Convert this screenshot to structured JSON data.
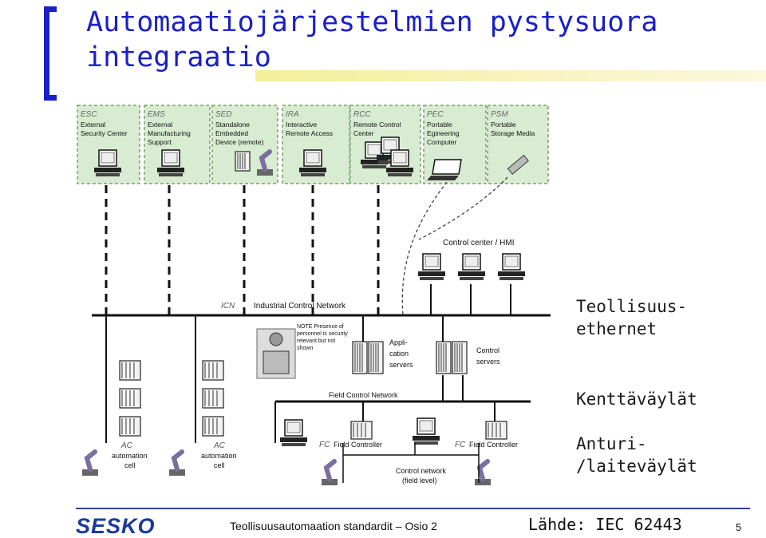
{
  "slide": {
    "title_line1": "Automaatiojärjestelmien pystysuora",
    "title_line2": "integraatio",
    "label_ethernet_1": "Teollisuus-",
    "label_ethernet_2": "ethernet",
    "label_fieldbus": "Kenttäväylät",
    "label_sensor_1": "Anturi-",
    "label_sensor_2": "/laiteväylät"
  },
  "diagram": {
    "top_boxes": [
      {
        "abbr": "ESC",
        "line1": "External",
        "line2": "Security Center",
        "line3": ""
      },
      {
        "abbr": "EMS",
        "line1": "External",
        "line2": "Manufacturing",
        "line3": "Support"
      },
      {
        "abbr": "SED",
        "line1": "Standalone",
        "line2": "Embedded",
        "line3": "Device (remote)"
      },
      {
        "abbr": "IRA",
        "line1": "Interactive",
        "line2": "Remote Access",
        "line3": ""
      },
      {
        "abbr": "RCC",
        "line1": "Remote Control",
        "line2": "Center",
        "line3": ""
      },
      {
        "abbr": "PEC",
        "line1": "Portable",
        "line2": "Egineering",
        "line3": "Computer"
      },
      {
        "abbr": "PSM",
        "line1": "Portable",
        "line2": "Storage Media",
        "line3": ""
      }
    ],
    "control_center_label": "Control center / HMI",
    "icn_abbr": "ICN",
    "icn_label": "Industrial Control Network",
    "note_1": "NOTE Presence of",
    "note_2": "personnel is security",
    "note_3": "relevant but not",
    "note_4": "shown",
    "app_servers_1": "Appli-",
    "app_servers_2": "cation",
    "app_servers_3": "servers",
    "control_servers_1": "Control",
    "control_servers_2": "servers",
    "field_network_label": "Field Control Network",
    "ac_abbr": "AC",
    "ac_label_1": "automation",
    "ac_label_2": "cell",
    "fc_abbr": "FC",
    "fc_label": "Field Controller",
    "control_network_1": "Control network",
    "control_network_2": "(field level)"
  },
  "footer": {
    "logo": "SESKO",
    "text": "Teollisuusautomaation standardit – Osio 2",
    "source": "Lähde: IEC 62443",
    "page": "5"
  }
}
